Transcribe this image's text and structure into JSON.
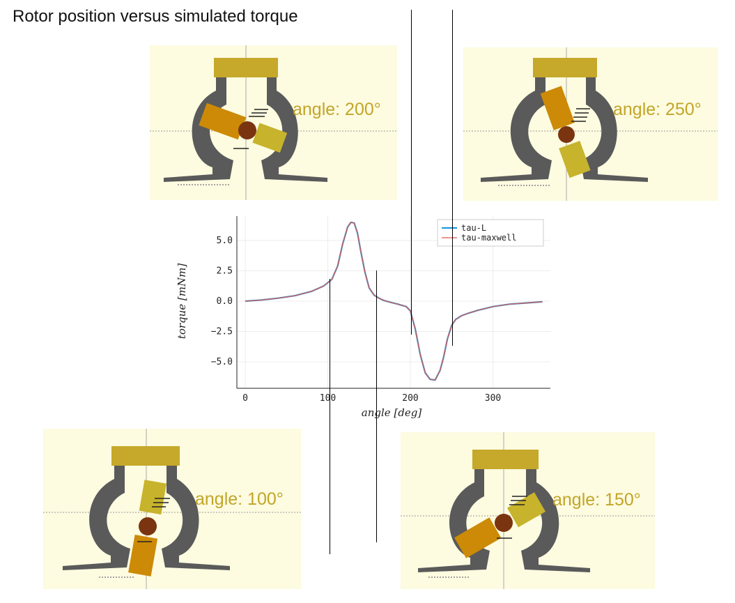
{
  "title": "Rotor position versus simulated torque",
  "panels": [
    {
      "label": "angle: 200°",
      "angle_deg": 200
    },
    {
      "label": "angle: 250°",
      "angle_deg": 250
    },
    {
      "label": "angle: 100°",
      "angle_deg": 100
    },
    {
      "label": "angle: 150°",
      "angle_deg": 150
    }
  ],
  "colors": {
    "panel_bg": "#fdfbe0",
    "stator_top": "#c6a82a",
    "rotor_dark": "#cc8a06",
    "rotor_light": "#c7b32c",
    "hub": "#7a3510",
    "frame": "#555555",
    "label": "#c2a528",
    "series_l": "#1f9ae0",
    "series_maxwell": "#e8534a"
  },
  "chart_data": {
    "type": "line",
    "xlabel": "angle [deg]",
    "ylabel": "torque [mNm]",
    "xlim": [
      0,
      370
    ],
    "ylim": [
      -7,
      7.2
    ],
    "xticks": [
      0,
      100,
      200,
      300
    ],
    "yticks": [
      5.0,
      2.5,
      0.0,
      -2.5,
      -5.0
    ],
    "ytick_labels": [
      "5.0",
      "2.5",
      "0.0",
      "−2.5",
      "−5.0"
    ],
    "grid": true,
    "legend": "top-right",
    "series": [
      {
        "name": "tau-L",
        "x": [
          0,
          20,
          40,
          60,
          80,
          95,
          105,
          112,
          118,
          124,
          128,
          132,
          136,
          140,
          145,
          150,
          156,
          162,
          168,
          176,
          185,
          195,
          200,
          206,
          212,
          218,
          224,
          230,
          236,
          240,
          245,
          250,
          255,
          262,
          270,
          282,
          300,
          320,
          340,
          360
        ],
        "y": [
          0.0,
          0.1,
          0.25,
          0.45,
          0.8,
          1.25,
          1.8,
          2.9,
          4.7,
          6.1,
          6.5,
          6.45,
          5.6,
          4.1,
          2.4,
          1.1,
          0.5,
          0.25,
          0.05,
          -0.1,
          -0.25,
          -0.45,
          -0.8,
          -2.3,
          -4.4,
          -5.9,
          -6.45,
          -6.5,
          -5.7,
          -4.7,
          -3.1,
          -2.0,
          -1.5,
          -1.2,
          -1.0,
          -0.75,
          -0.45,
          -0.25,
          -0.15,
          -0.05
        ]
      },
      {
        "name": "tau-maxwell",
        "x": [
          0,
          20,
          40,
          60,
          80,
          95,
          105,
          112,
          118,
          124,
          128,
          132,
          136,
          140,
          145,
          150,
          156,
          162,
          168,
          176,
          185,
          195,
          200,
          206,
          212,
          218,
          224,
          230,
          236,
          240,
          245,
          250,
          255,
          262,
          270,
          282,
          300,
          320,
          340,
          360
        ],
        "y": [
          0.0,
          0.1,
          0.25,
          0.45,
          0.8,
          1.25,
          1.8,
          2.9,
          4.7,
          6.1,
          6.5,
          6.45,
          5.6,
          4.1,
          2.4,
          1.1,
          0.5,
          0.25,
          0.05,
          -0.1,
          -0.25,
          -0.45,
          -0.8,
          -2.3,
          -4.4,
          -5.9,
          -6.45,
          -6.5,
          -5.7,
          -4.7,
          -3.1,
          -2.0,
          -1.5,
          -1.2,
          -1.0,
          -0.75,
          -0.45,
          -0.25,
          -0.15,
          -0.05
        ]
      }
    ]
  }
}
